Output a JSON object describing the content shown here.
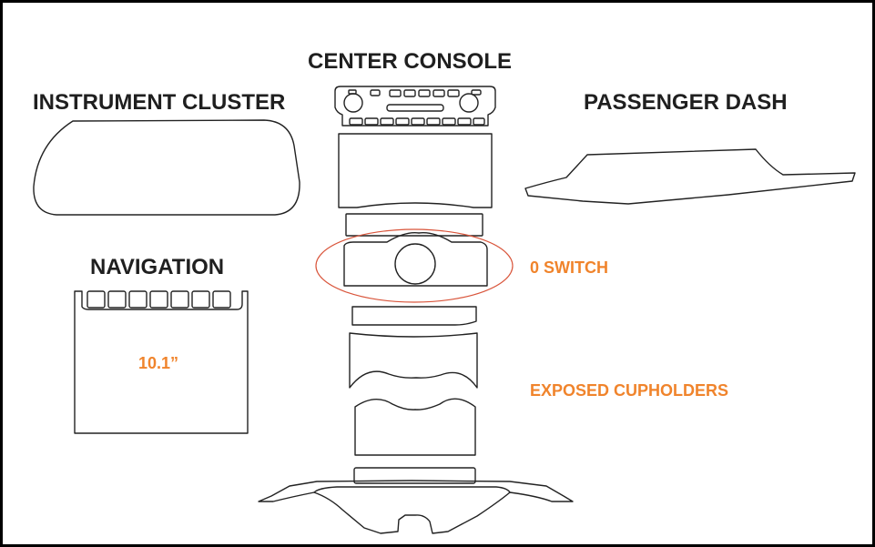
{
  "labels": {
    "center_console": "CENTER CONSOLE",
    "instrument_cluster": "INSTRUMENT CLUSTER",
    "passenger_dash": "PASSENGER DASH",
    "navigation": "NAVIGATION",
    "navigation_size": "10.1”",
    "switch": "0 SWITCH",
    "cupholders": "EXPOSED CUPHOLDERS"
  },
  "colors": {
    "title_text": "#1f1f1f",
    "note_text": "#f0842c",
    "outline": "#222222",
    "highlight_ellipse": "#d9553b",
    "border": "#000000"
  }
}
